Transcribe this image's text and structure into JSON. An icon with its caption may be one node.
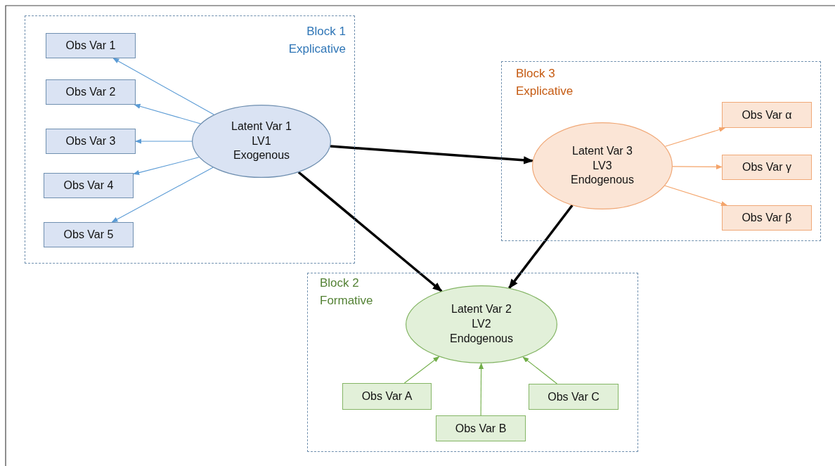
{
  "diagram": {
    "nodes": [
      {
        "text": [
          "Block 1",
          "Explicative"
        ]
      },
      {
        "text": [
          "Obs Var 1"
        ],
        "in": 0
      },
      {
        "text": [
          "Obs Var 2"
        ],
        "in": 0
      },
      {
        "text": [
          "Obs Var 3"
        ],
        "in": 0
      },
      {
        "text": [
          "Obs Var 4"
        ],
        "in": 0
      },
      {
        "text": [
          "Obs Var 5"
        ],
        "in": 0
      },
      {
        "text": [
          "Latent Var 1",
          "LV1",
          "Exogenous"
        ],
        "in": 0
      },
      {
        "text": [
          "Block 3",
          "Explicative"
        ]
      },
      {
        "text": [
          "Latent Var 3",
          "LV3",
          "Endogenous"
        ],
        "in": 7
      },
      {
        "text": [
          "Obs Var α"
        ],
        "in": 7
      },
      {
        "text": [
          "Obs Var γ"
        ],
        "in": 7
      },
      {
        "text": [
          "Obs Var β"
        ],
        "in": 7
      },
      {
        "text": [
          "Block 2",
          "Formative"
        ]
      },
      {
        "text": [
          "Latent Var 2",
          "LV2",
          "Endogenous"
        ],
        "in": 12
      },
      {
        "text": [
          "Obs Var A"
        ],
        "in": 12
      },
      {
        "text": [
          "Obs Var B"
        ],
        "in": 12
      },
      {
        "text": [
          "Obs Var C"
        ],
        "in": 12
      }
    ],
    "edges": [
      {
        "from": 6,
        "to": 1,
        "arrow": "to",
        "color": "#5b9bd5"
      },
      {
        "from": 6,
        "to": 2,
        "arrow": "to",
        "color": "#5b9bd5"
      },
      {
        "from": 6,
        "to": 3,
        "arrow": "to",
        "color": "#5b9bd5"
      },
      {
        "from": 6,
        "to": 4,
        "arrow": "to",
        "color": "#5b9bd5"
      },
      {
        "from": 6,
        "to": 5,
        "arrow": "to",
        "color": "#5b9bd5"
      },
      {
        "from": 6,
        "to": 8,
        "arrow": "to",
        "style": "thick",
        "color": "#000000"
      },
      {
        "from": 6,
        "to": 13,
        "arrow": "to",
        "style": "thick",
        "color": "#000000"
      },
      {
        "from": 8,
        "to": 13,
        "arrow": "to",
        "style": "thick",
        "color": "#000000"
      },
      {
        "from": 8,
        "to": 9,
        "arrow": "to",
        "color": "#f4a46a"
      },
      {
        "from": 8,
        "to": 10,
        "arrow": "to",
        "color": "#f4a46a"
      },
      {
        "from": 8,
        "to": 11,
        "arrow": "to",
        "color": "#f4a46a"
      },
      {
        "from": 14,
        "to": 13,
        "arrow": "to",
        "color": "#70ad47"
      },
      {
        "from": 15,
        "to": 13,
        "arrow": "to",
        "color": "#70ad47"
      },
      {
        "from": 16,
        "to": 13,
        "arrow": "to",
        "color": "#70ad47"
      }
    ]
  }
}
